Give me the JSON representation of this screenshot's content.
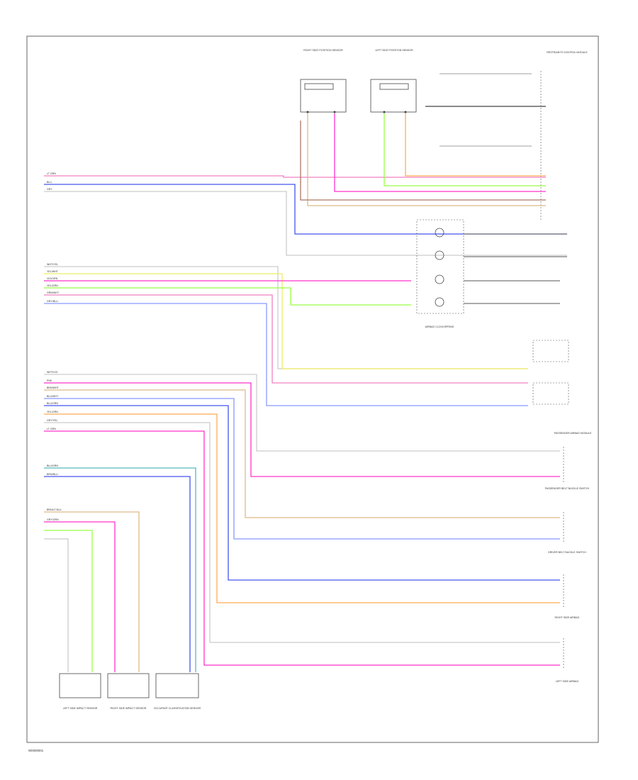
{
  "diagram": {
    "footer_code": "W0000001",
    "colors": {
      "pink": "#f080c0",
      "magenta": "#ff33cc",
      "blue": "#4455ee",
      "light_blue": "#8899ff",
      "yellow": "#eeee66",
      "green": "#99ff44",
      "orange": "#ffaa55",
      "tan": "#ddbb88",
      "teal": "#55bbbb",
      "gray": "#777777",
      "light_gray": "#cccccc",
      "brown": "#aa7766",
      "dark": "#444444"
    },
    "components": [
      {
        "id": "right-seat-position-sensor",
        "label": "RIGHT SEAT POSITION SENSOR"
      },
      {
        "id": "left-seat-position-sensor",
        "label": "LEFT SEAT POSITION SENSOR"
      },
      {
        "id": "restraints-control-module",
        "label": "RESTRAINTS CONTROL MODULE"
      },
      {
        "id": "airbag-clockspring",
        "label": "AIRBAG CLOCKSPRING"
      },
      {
        "id": "passenger-airbag-module",
        "label": "PASSENGER AIRBAG MODULE"
      },
      {
        "id": "passenger-belt-buckle-switch",
        "label": "PASSENGER BELT BUCKLE SWITCH"
      },
      {
        "id": "driver-belt-buckle-switch",
        "label": "DRIVER BELT BUCKLE SWITCH"
      },
      {
        "id": "right-side-airbag",
        "label": "RIGHT SIDE AIRBAG"
      },
      {
        "id": "left-side-airbag",
        "label": "LEFT SIDE AIRBAG"
      },
      {
        "id": "left-side-impact-sensor",
        "label": "LEFT SIDE IMPACT SENSOR"
      },
      {
        "id": "right-side-impact-sensor",
        "label": "RIGHT SIDE IMPACT SENSOR"
      },
      {
        "id": "occupant-classification-sensor",
        "label": "OCCUPANT CLASSIFICATION SENSOR"
      }
    ],
    "wire_labels": [
      "LT GRN",
      "BLU",
      "GRY",
      "WHT/YEL",
      "YEL/WHT",
      "VIO/ORN",
      "YEL/GRN",
      "GRN/WHT",
      "GRY/BLU",
      "WHT/VIO",
      "PNK",
      "BRN/WHT",
      "BLU/WHT",
      "BLU/ORN",
      "YEL/ORN",
      "GRY/YEL",
      "LT GRN",
      "BLU/GRN",
      "BRN/BLU",
      "BRN/LT BLU",
      "GRY/ORN"
    ]
  }
}
